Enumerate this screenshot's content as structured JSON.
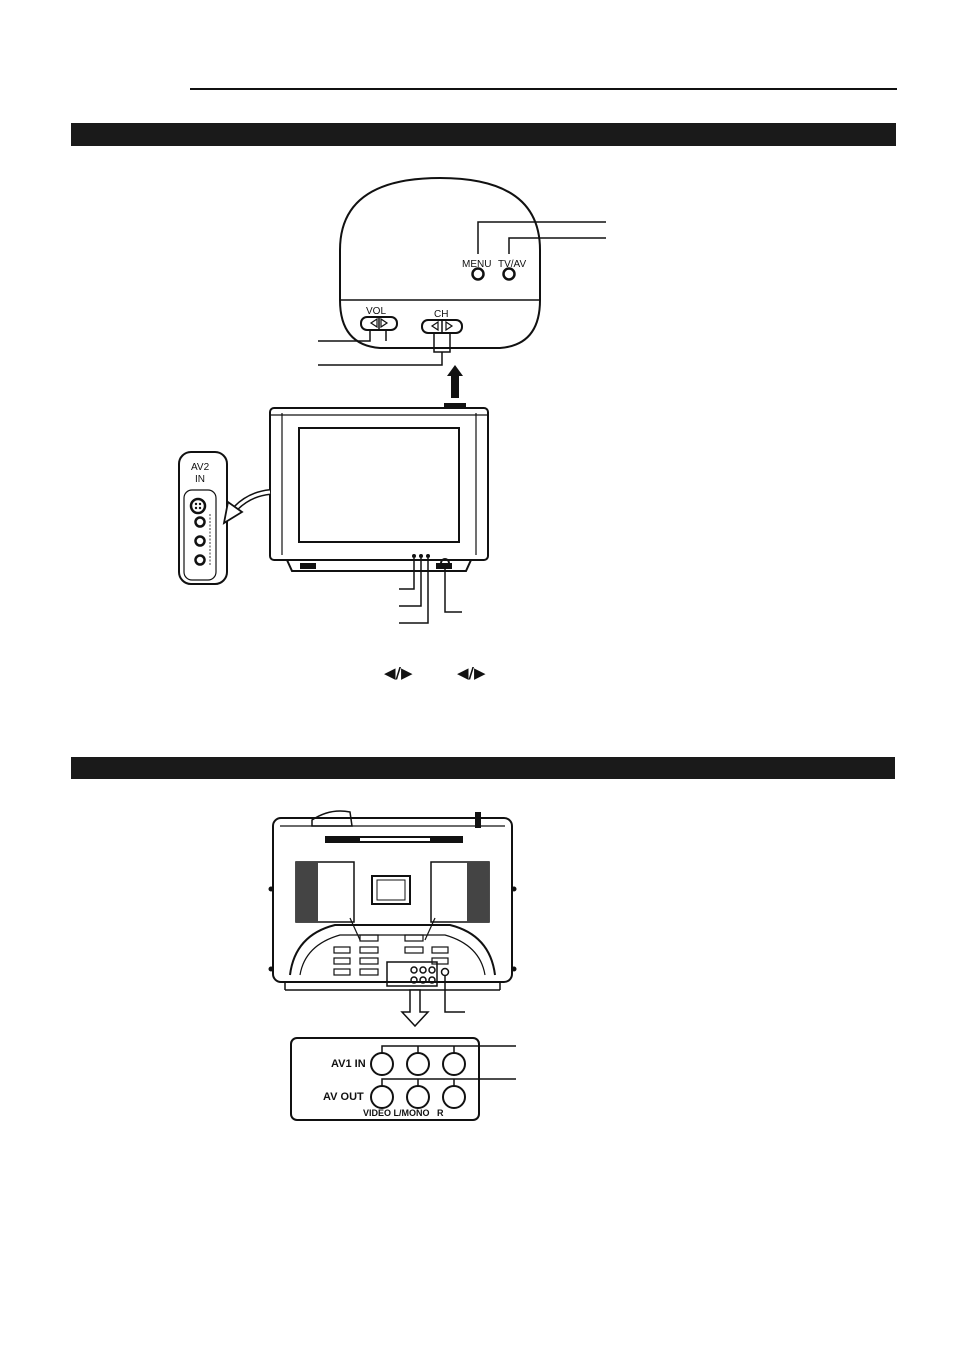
{
  "figure_front": {
    "button_menu": "MENU",
    "button_tvav": "TV/AV",
    "slider_vol": "VOL",
    "slider_ch": "CH",
    "side_panel_title_line1": "AV2",
    "side_panel_title_line2": "IN"
  },
  "arrow_glyph": "◀/▶",
  "figure_rear": {
    "row1_label": "AV1 IN",
    "row2_label": "AV OUT",
    "jack_labels": "VIDEO L/MONO   R"
  },
  "colors": {
    "ink": "#111111",
    "bar": "#1a1a1a",
    "paper": "#ffffff"
  }
}
